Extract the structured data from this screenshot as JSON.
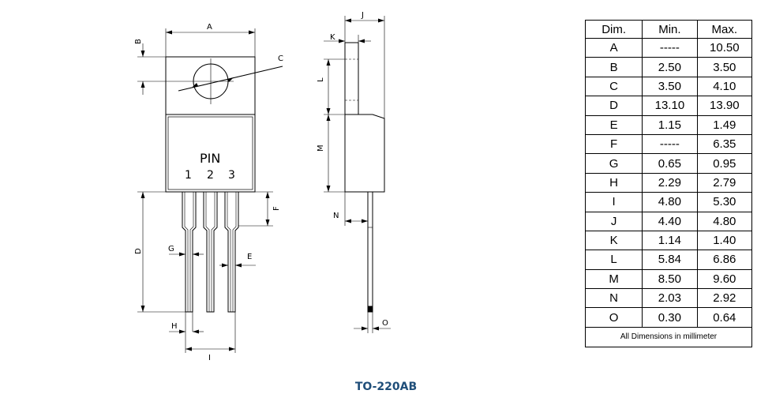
{
  "package": {
    "title": "TO-220AB"
  },
  "front_view": {
    "pin_title": "PIN",
    "pin_numbers": [
      "1",
      "2",
      "3"
    ]
  },
  "dimension_labels": [
    "A",
    "B",
    "C",
    "D",
    "E",
    "F",
    "G",
    "H",
    "I",
    "J",
    "K",
    "L",
    "M",
    "N",
    "O"
  ],
  "table": {
    "headers": [
      "Dim.",
      "Min.",
      "Max."
    ],
    "rows": [
      [
        "A",
        "-----",
        "10.50"
      ],
      [
        "B",
        "2.50",
        "3.50"
      ],
      [
        "C",
        "3.50",
        "4.10"
      ],
      [
        "D",
        "13.10",
        "13.90"
      ],
      [
        "E",
        "1.15",
        "1.49"
      ],
      [
        "F",
        "-----",
        "6.35"
      ],
      [
        "G",
        "0.65",
        "0.95"
      ],
      [
        "H",
        "2.29",
        "2.79"
      ],
      [
        "I",
        "4.80",
        "5.30"
      ],
      [
        "J",
        "4.40",
        "4.80"
      ],
      [
        "K",
        "1.14",
        "1.40"
      ],
      [
        "L",
        "5.84",
        "6.86"
      ],
      [
        "M",
        "8.50",
        "9.60"
      ],
      [
        "N",
        "2.03",
        "2.92"
      ],
      [
        "O",
        "0.30",
        "0.64"
      ]
    ],
    "footer": "All Dimensions in millimeter"
  }
}
